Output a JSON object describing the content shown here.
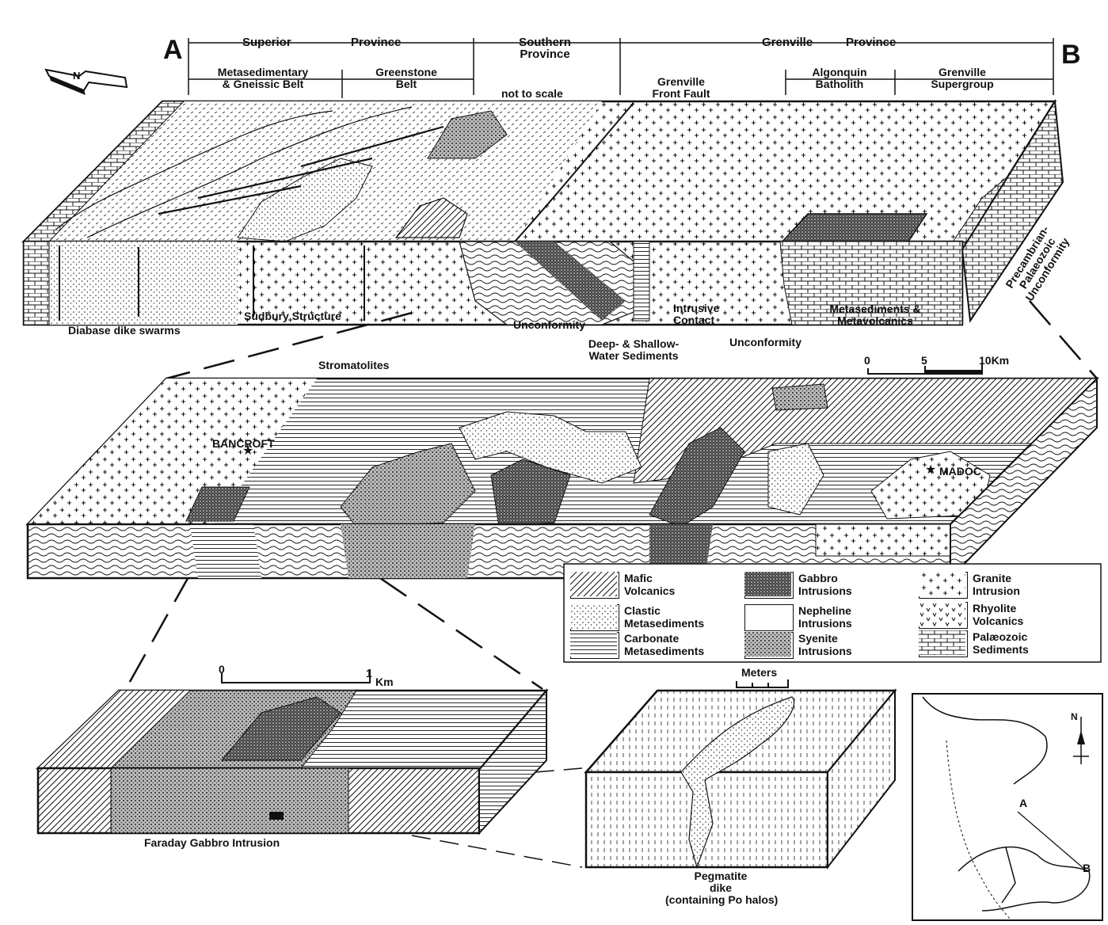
{
  "section_letters": {
    "a": "A",
    "b": "B"
  },
  "north_arrow": {
    "label": "N"
  },
  "provinces": {
    "superior": {
      "word1": "Superior",
      "word2": "Province"
    },
    "southern": {
      "line1": "Southern",
      "line2": "Province"
    },
    "grenville": {
      "word1": "Grenville",
      "word2": "Province"
    }
  },
  "belts": {
    "metasedimentary": {
      "line1": "Metasedimentary",
      "line2": "& Gneissic Belt"
    },
    "greenstone": {
      "line1": "Greenstone",
      "line2": "Belt"
    },
    "not_to_scale": "not to scale",
    "front_fault": {
      "line1": "Grenville",
      "line2": "Front Fault"
    },
    "algonquin": {
      "line1": "Algonquin",
      "line2": "Batholith"
    },
    "supergroup": {
      "line1": "Grenville",
      "line2": "Supergroup"
    }
  },
  "top_block_labels": {
    "diabase": "Diabase dike swarms",
    "sudbury": "Sudbury Structure",
    "unconformity_1": "Unconformity",
    "deep_shallow": {
      "line1": "Deep- & Shallow-",
      "line2": "Water Sediments"
    },
    "intrusive_contact": {
      "line1": "Intrusive",
      "line2": "Contact"
    },
    "unconformity_2": "Unconformity",
    "metasediments": {
      "line1": "Metasediments &",
      "line2": "Metavolcanics"
    },
    "precambrian": {
      "line1": "Precambrian-",
      "line2": "Palaeozoic",
      "line3": "Unconformity"
    }
  },
  "middle_block_labels": {
    "stromatolites": "Stromatolites",
    "bancroft": "BANCROFT",
    "madoc": "MADOC",
    "scale": {
      "zero": "0",
      "five": "5",
      "ten": "10Km"
    }
  },
  "lower_left_block": {
    "title": "Faraday Gabbro Intrusion",
    "scale": {
      "zero": "0",
      "one": "1",
      "unit": "Km"
    }
  },
  "lower_mid_block": {
    "scale_label": "Meters",
    "caption": {
      "line1": "Pegmatite",
      "line2": "dike",
      "line3": "(containing Po  halos)"
    }
  },
  "index_map": {
    "north": "N",
    "a": "A",
    "b": "B"
  },
  "legend": [
    {
      "key": "mafic",
      "line1": "Mafic",
      "line2": "Volcanics",
      "pattern": "diagonal"
    },
    {
      "key": "clastic",
      "line1": "Clastic",
      "line2": "Metasediments",
      "pattern": "dots"
    },
    {
      "key": "carbonate",
      "line1": "Carbonate",
      "line2": "Metasediments",
      "pattern": "horizontal"
    },
    {
      "key": "gabbro",
      "line1": "Gabbro",
      "line2": "Intrusions",
      "pattern": "dense"
    },
    {
      "key": "nepheline",
      "line1": "Nepheline",
      "line2": "Intrusions",
      "pattern": "blank"
    },
    {
      "key": "syenite",
      "line1": "Syenite",
      "line2": "Intrusions",
      "pattern": "stipple"
    },
    {
      "key": "granite",
      "line1": "Granite",
      "line2": "Intrusion",
      "pattern": "crosses"
    },
    {
      "key": "rhyolite",
      "line1": "Rhyolite",
      "line2": "Volcanics",
      "pattern": "vees"
    },
    {
      "key": "palaeozoic",
      "line1": "Palæozoic",
      "line2": "Sediments",
      "pattern": "bricks"
    }
  ]
}
